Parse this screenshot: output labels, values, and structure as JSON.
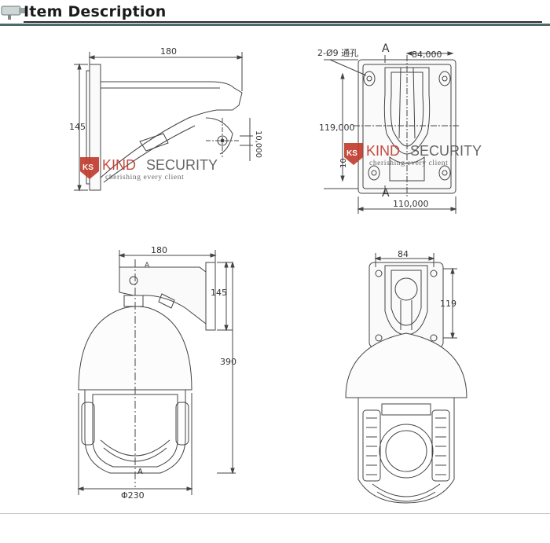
{
  "header": {
    "title": "Item Description",
    "icon": "camera-icon"
  },
  "watermark": {
    "logo_text": "KS",
    "brand_part1": "KIND",
    "brand_part2": "SECURITY",
    "tagline": "cherishing every client",
    "brand_color": "#c0392b",
    "text_color": "#555555"
  },
  "views": {
    "bracket_side": {
      "width_dim": "180",
      "height_dim": "145",
      "hole_dim": "10,000"
    },
    "bracket_back": {
      "hole_note": "2-Ø9 通孔",
      "section_mark": "A",
      "width_top": "84,000",
      "height_dim": "119,000",
      "offset_dim": "10",
      "width_bottom": "110,000"
    },
    "dome_side": {
      "bracket_width": "180",
      "bracket_height": "145",
      "total_height": "390",
      "diameter": "Φ230",
      "section_mark": "A"
    },
    "dome_back": {
      "plate_width": "84",
      "plate_height": "119"
    }
  }
}
